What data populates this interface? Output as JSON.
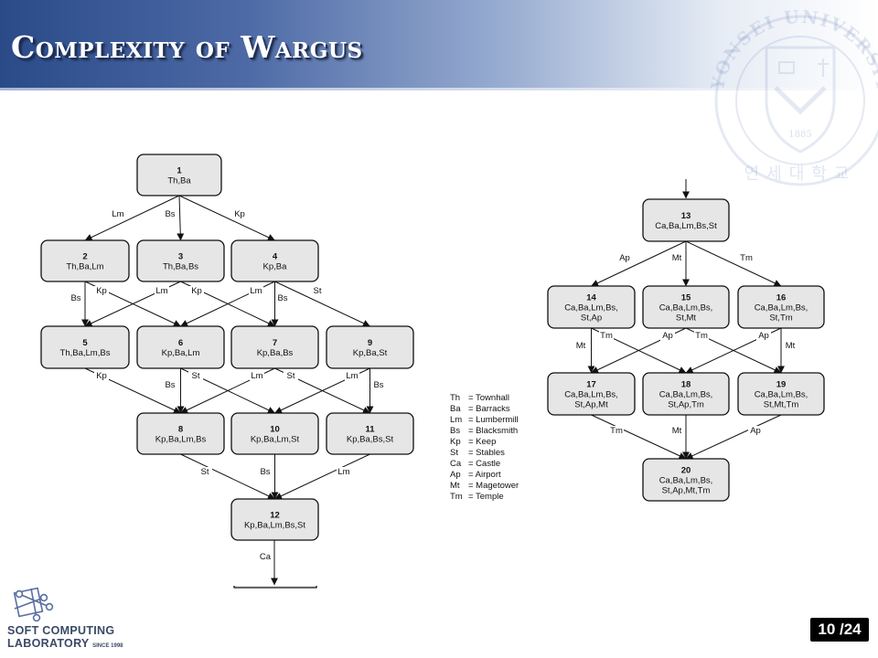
{
  "slide": {
    "title": "Complexity of Wargus",
    "page_number": "10 /24"
  },
  "university_seal": {
    "text": "YONSEI UNIVERSITY",
    "year": "1885",
    "korean": "연세대학교"
  },
  "lab": {
    "line1": "SOFT COMPUTING",
    "line2": "LABORATORY",
    "since": "SINCE 1998"
  },
  "graph_left": {
    "nodes": [
      {
        "id": "1",
        "label": "Th,Ba"
      },
      {
        "id": "2",
        "label": "Th,Ba,Lm"
      },
      {
        "id": "3",
        "label": "Th,Ba,Bs"
      },
      {
        "id": "4",
        "label": "Kp,Ba"
      },
      {
        "id": "5",
        "label": "Th,Ba,Lm,Bs"
      },
      {
        "id": "6",
        "label": "Kp,Ba,Lm"
      },
      {
        "id": "7",
        "label": "Kp,Ba,Bs"
      },
      {
        "id": "9",
        "label": "Kp,Ba,St"
      },
      {
        "id": "8",
        "label": "Kp,Ba,Lm,Bs"
      },
      {
        "id": "10",
        "label": "Kp,Ba,Lm,St"
      },
      {
        "id": "11",
        "label": "Kp,Ba,Bs,St"
      },
      {
        "id": "12",
        "label": "Kp,Ba,Lm,Bs,St"
      }
    ],
    "edges": [
      {
        "from": "1",
        "to": "2",
        "label": "Lm"
      },
      {
        "from": "1",
        "to": "3",
        "label": "Bs"
      },
      {
        "from": "1",
        "to": "4",
        "label": "Kp"
      },
      {
        "from": "2",
        "to": "5",
        "label": "Bs"
      },
      {
        "from": "2",
        "to": "6",
        "label": "Kp"
      },
      {
        "from": "3",
        "to": "5",
        "label": "Lm"
      },
      {
        "from": "3",
        "to": "7",
        "label": "Kp"
      },
      {
        "from": "4",
        "to": "6",
        "label": "Lm"
      },
      {
        "from": "4",
        "to": "7",
        "label": "Bs"
      },
      {
        "from": "4",
        "to": "9",
        "label": "St"
      },
      {
        "from": "5",
        "to": "8",
        "label": "Kp"
      },
      {
        "from": "6",
        "to": "8",
        "label": "Bs"
      },
      {
        "from": "6",
        "to": "10",
        "label": "St"
      },
      {
        "from": "7",
        "to": "8",
        "label": "Lm"
      },
      {
        "from": "7",
        "to": "11",
        "label": "St"
      },
      {
        "from": "9",
        "to": "10",
        "label": "Lm"
      },
      {
        "from": "9",
        "to": "11",
        "label": "Bs"
      },
      {
        "from": "8",
        "to": "12",
        "label": "St"
      },
      {
        "from": "10",
        "to": "12",
        "label": "Bs"
      },
      {
        "from": "11",
        "to": "12",
        "label": "Lm"
      },
      {
        "from": "12",
        "to": "13",
        "label": "Ca"
      }
    ]
  },
  "graph_right": {
    "nodes": [
      {
        "id": "13",
        "label": "Ca,Ba,Lm,Bs,St"
      },
      {
        "id": "14",
        "label": "Ca,Ba,Lm,Bs,\nSt,Ap"
      },
      {
        "id": "15",
        "label": "Ca,Ba,Lm,Bs,\nSt,Mt"
      },
      {
        "id": "16",
        "label": "Ca,Ba,Lm,Bs,\nSt,Tm"
      },
      {
        "id": "17",
        "label": "Ca,Ba,Lm,Bs,\nSt,Ap,Mt"
      },
      {
        "id": "18",
        "label": "Ca,Ba,Lm,Bs,\nSt,Ap,Tm"
      },
      {
        "id": "19",
        "label": "Ca,Ba,Lm,Bs,\nSt,Mt,Tm"
      },
      {
        "id": "20",
        "label": "Ca,Ba,Lm,Bs,\nSt,Ap,Mt,Tm"
      }
    ],
    "edges": [
      {
        "from": "13",
        "to": "14",
        "label": "Ap"
      },
      {
        "from": "13",
        "to": "15",
        "label": "Mt"
      },
      {
        "from": "13",
        "to": "16",
        "label": "Tm"
      },
      {
        "from": "14",
        "to": "17",
        "label": "Mt"
      },
      {
        "from": "14",
        "to": "18",
        "label": "Tm"
      },
      {
        "from": "15",
        "to": "17",
        "label": "Ap"
      },
      {
        "from": "15",
        "to": "19",
        "label": "Tm"
      },
      {
        "from": "16",
        "to": "18",
        "label": "Ap"
      },
      {
        "from": "16",
        "to": "19",
        "label": "Mt"
      },
      {
        "from": "17",
        "to": "20",
        "label": "Tm"
      },
      {
        "from": "18",
        "to": "20",
        "label": "Mt"
      },
      {
        "from": "19",
        "to": "20",
        "label": "Ap"
      }
    ]
  },
  "legend": [
    {
      "abbr": "Th",
      "name": "Townhall"
    },
    {
      "abbr": "Ba",
      "name": "Barracks"
    },
    {
      "abbr": "Lm",
      "name": "Lumbermill"
    },
    {
      "abbr": "Bs",
      "name": "Blacksmith"
    },
    {
      "abbr": "Kp",
      "name": "Keep"
    },
    {
      "abbr": "St",
      "name": "Stables"
    },
    {
      "abbr": "Ca",
      "name": "Castle"
    },
    {
      "abbr": "Ap",
      "name": "Airport"
    },
    {
      "abbr": "Mt",
      "name": "Magetower"
    },
    {
      "abbr": "Tm",
      "name": "Temple"
    }
  ]
}
